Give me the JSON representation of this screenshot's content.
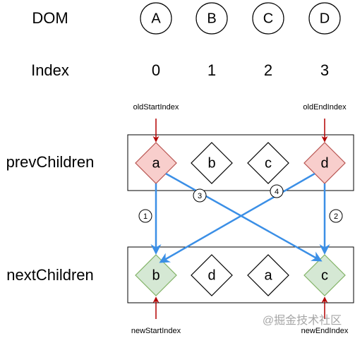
{
  "labels": {
    "dom": "DOM",
    "index": "Index",
    "prev_children": "prevChildren",
    "next_children": "nextChildren",
    "old_start_index": "oldStartIndex",
    "old_end_index": "oldEndIndex",
    "new_start_index": "newStartIndex",
    "new_end_index": "newEndIndex"
  },
  "dom_nodes": [
    "A",
    "B",
    "C",
    "D"
  ],
  "indices": [
    "0",
    "1",
    "2",
    "3"
  ],
  "prev_children": [
    "a",
    "b",
    "c",
    "d"
  ],
  "next_children": [
    "b",
    "d",
    "a",
    "c"
  ],
  "comparison_steps": [
    "1",
    "2",
    "3",
    "4"
  ],
  "watermark": "@掘金技术社区",
  "colors": {
    "arrow_blue": "#3b8fe6",
    "pointer_red": "#b30000",
    "diamond_red_fill": "#f8cecc",
    "diamond_red_stroke": "#b85450",
    "diamond_green_fill": "#d5e8d4",
    "diamond_green_stroke": "#82b366"
  }
}
